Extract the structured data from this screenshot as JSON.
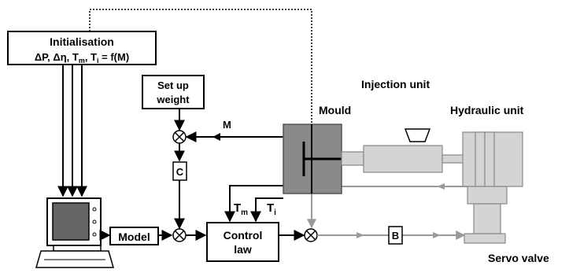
{
  "initialisation": {
    "title": "Initialisation",
    "params_prefix": "ΔP, Δη, T",
    "sub_m": "m",
    "params_mid": ", T",
    "sub_i": "i",
    "params_suffix": " = f(M)"
  },
  "setup_weight": {
    "line1": "Set up",
    "line2": "weight"
  },
  "labels": {
    "m_signal": "M",
    "c_block": "C",
    "b_block": "B",
    "model": "Model",
    "control_law_line1": "Control",
    "control_law_line2": "law",
    "tm_main": "T",
    "tm_sub": "m",
    "ti_main": "T",
    "ti_sub": "i",
    "mould": "Mould",
    "injection_unit": "Injection unit",
    "hydraulic_unit": "Hydraulic unit",
    "servo_valve": "Servo valve"
  },
  "colors": {
    "line": "#000000",
    "grey_line": "#9a9a9a",
    "mould_fill": "#8a8a8a",
    "machine_fill": "#d4d4d4",
    "machine_stroke": "#888888"
  },
  "icons": {
    "summing_junction": "circle-x-icon",
    "computer": "computer-terminal-icon",
    "hopper": "hopper-icon"
  }
}
